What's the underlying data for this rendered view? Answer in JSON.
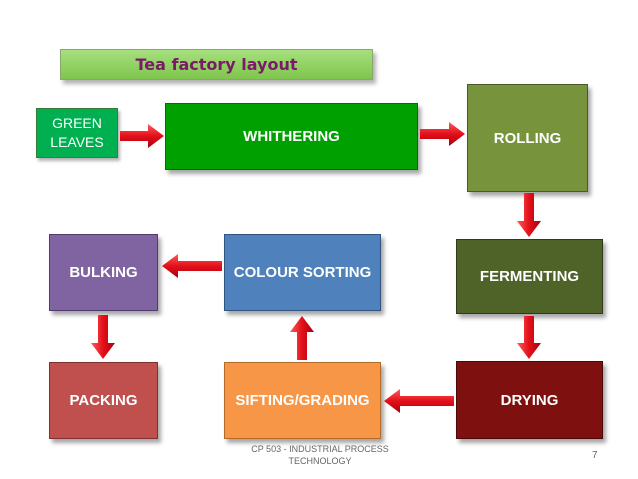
{
  "title": "Tea factory layout",
  "steps": {
    "green_leaves": "GREEN\nLEAVES",
    "withering": "WHITHERING",
    "rolling": "ROLLING",
    "fermenting": "FERMENTING",
    "drying": "DRYING",
    "sifting_grading": "SIFTING/GRADING",
    "colour_sorting": "COLOUR SORTING",
    "bulking": "BULKING",
    "packing": "PACKING"
  },
  "colors": {
    "green_leaves": "#00b050",
    "withering": "#00a000",
    "rolling": "#77933c",
    "fermenting": "#4f6228",
    "drying": "#7f1010",
    "sifting_grading": "#f79646",
    "colour_sorting": "#4f81bd",
    "bulking": "#8064a2",
    "packing": "#c0504d",
    "arrow": "#e3101a",
    "title_text": "#7a1a68"
  },
  "footer": {
    "course": "CP 503 - INDUSTRIAL PROCESS\nTECHNOLOGY",
    "page_number": "7"
  }
}
